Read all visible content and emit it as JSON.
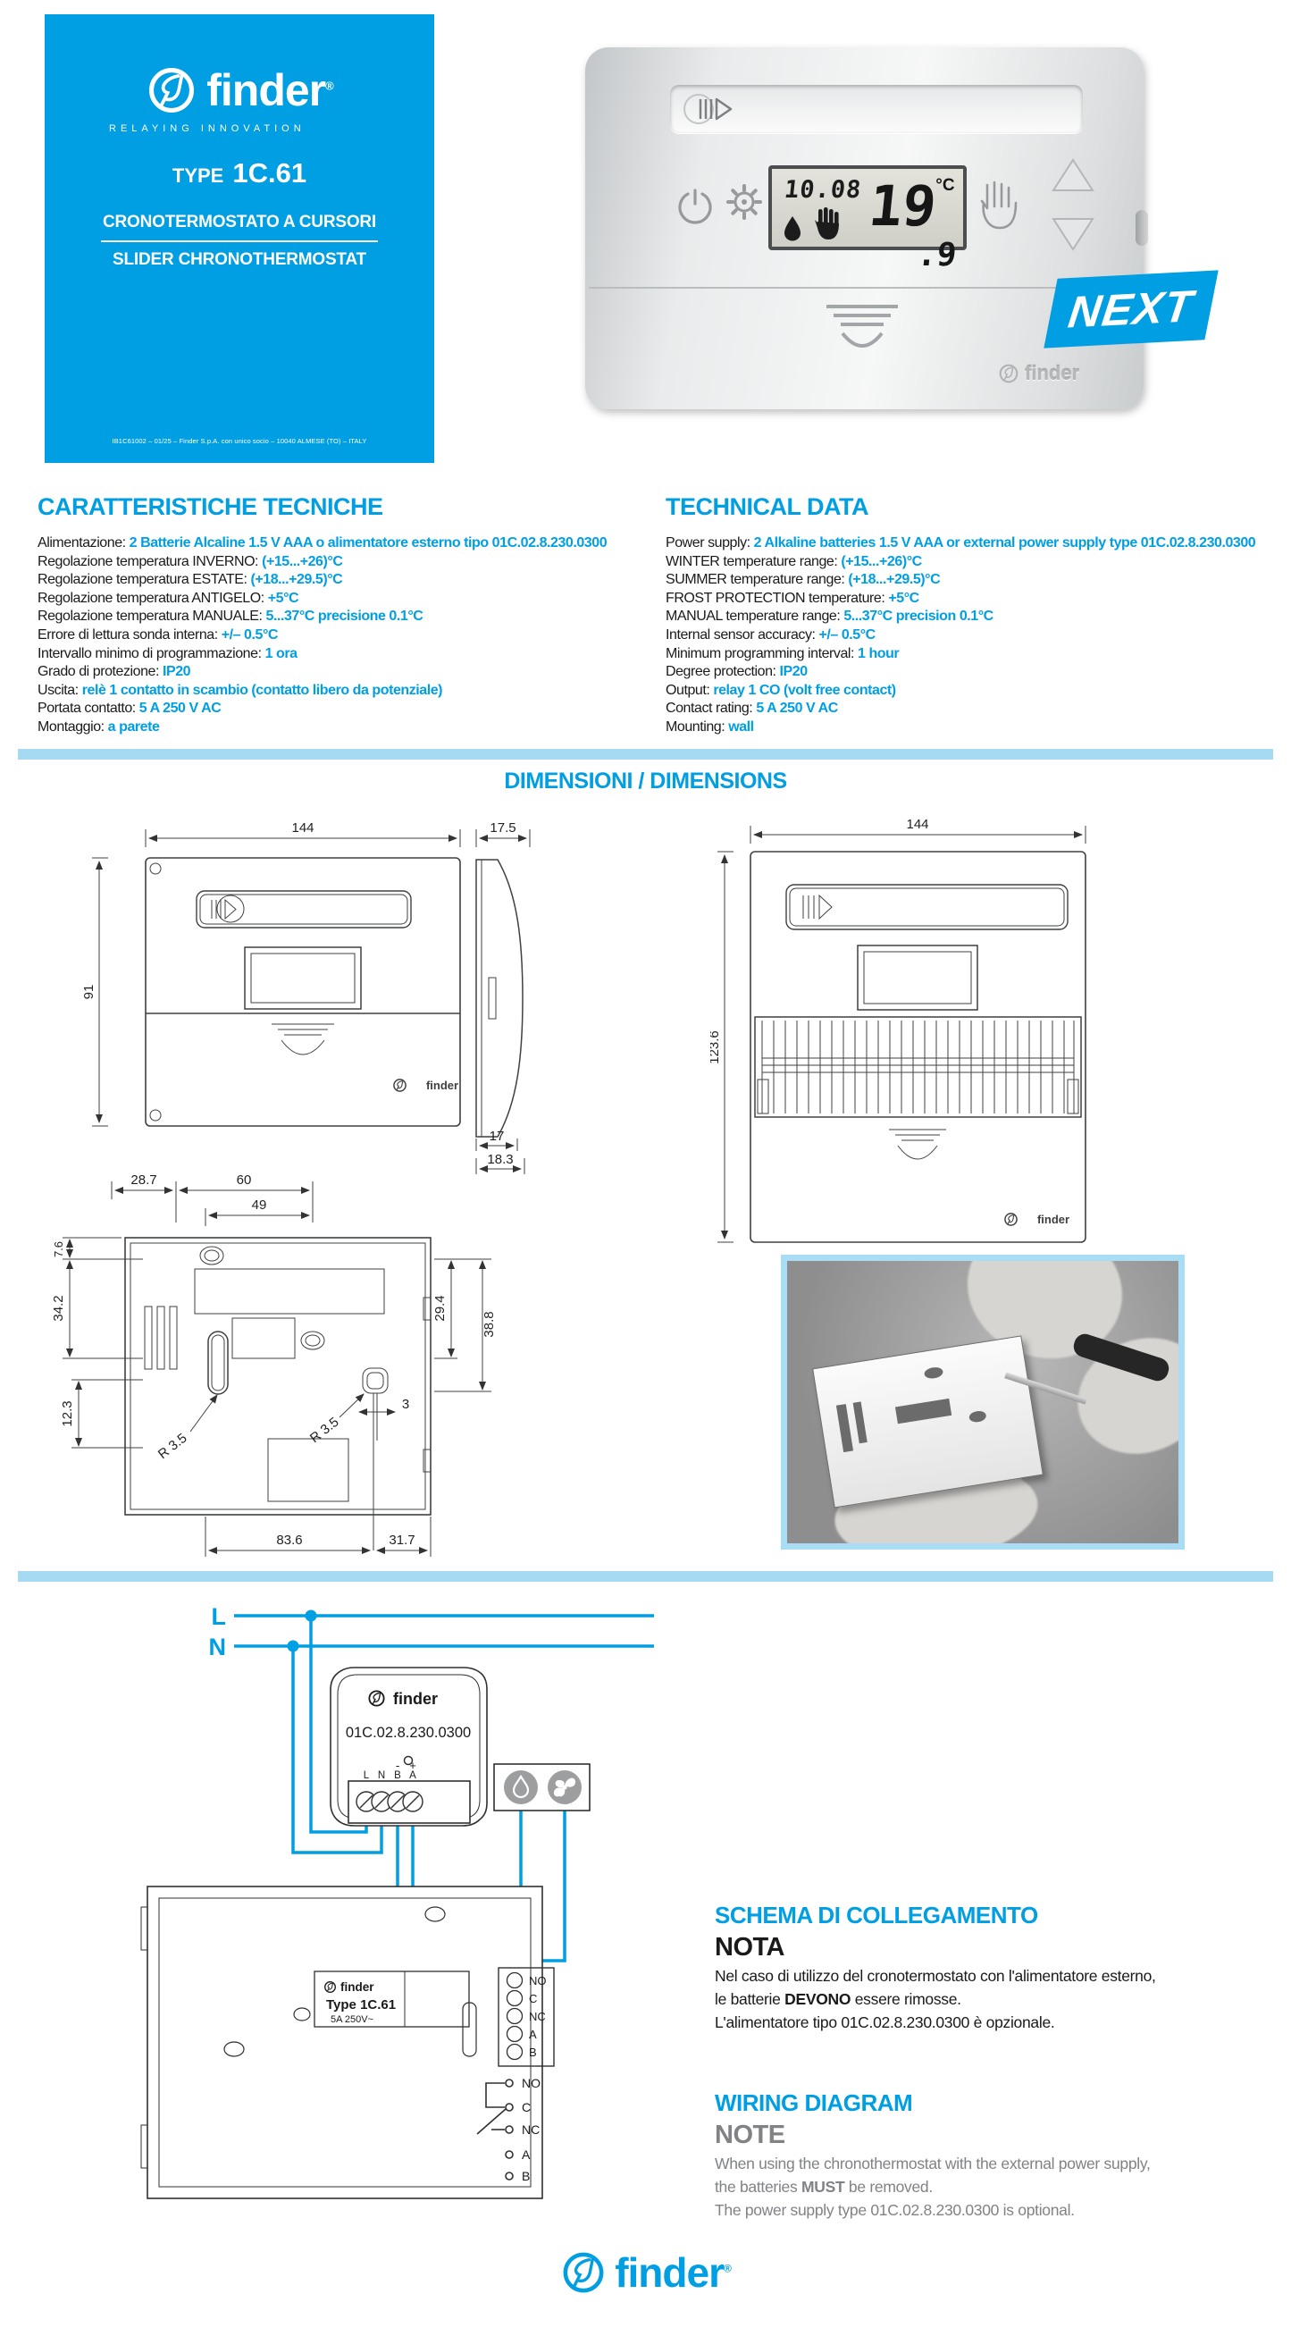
{
  "brand": {
    "logo_text": "finder",
    "reg": "®",
    "tagline": "RELAYING INNOVATION",
    "type_label": "TYPE",
    "type_value": "1C.61",
    "title_it": "CRONOTERMOSTATO A CURSORI",
    "title_en": "SLIDER CHRONOTHERMOSTAT",
    "imprint": "IB1C61002 – 01/25 – Finder S.p.A. con unico socio – 10040 ALMESE (TO) – ITALY"
  },
  "product": {
    "badge": "NEXT",
    "lcd_time": "10.08",
    "lcd_temp": "19",
    "lcd_temp_decimal": ".9",
    "lcd_unit": "°C",
    "embossed_logo": "finder"
  },
  "tech_it": {
    "heading": "CARATTERISTICHE TECNICHE",
    "rows": [
      {
        "label": "Alimentazione: ",
        "value": "2 Batterie Alcaline 1.5 V AAA o alimentatore esterno tipo 01C.02.8.230.0300"
      },
      {
        "label": "Regolazione temperatura INVERNO: ",
        "value": "(+15...+26)°C"
      },
      {
        "label": "Regolazione temperatura ESTATE: ",
        "value": "(+18...+29.5)°C"
      },
      {
        "label": "Regolazione temperatura ANTIGELO: ",
        "value": "+5°C"
      },
      {
        "label": "Regolazione temperatura MANUALE: ",
        "value": "5...37°C precisione 0.1°C"
      },
      {
        "label": "Errore di lettura sonda interna: ",
        "value": "+/– 0.5°C"
      },
      {
        "label": "Intervallo minimo di programmazione: ",
        "value": "1 ora"
      },
      {
        "label": "Grado di protezione: ",
        "value": "IP20"
      },
      {
        "label": "Uscita: ",
        "value": "relè 1 contatto in scambio (contatto libero da potenziale)"
      },
      {
        "label": "Portata contatto: ",
        "value": "5 A 250 V AC"
      },
      {
        "label": "Montaggio: ",
        "value": "a parete"
      }
    ]
  },
  "tech_en": {
    "heading": "TECHNICAL DATA",
    "rows": [
      {
        "label": "Power supply: ",
        "value": "2 Alkaline batteries 1.5 V AAA or external power supply type 01C.02.8.230.0300"
      },
      {
        "label": "WINTER temperature range: ",
        "value": "(+15...+26)°C"
      },
      {
        "label": "SUMMER temperature range: ",
        "value": "(+18...+29.5)°C"
      },
      {
        "label": "FROST PROTECTION temperature: ",
        "value": "+5°C"
      },
      {
        "label": "MANUAL temperature range: ",
        "value": "5...37°C precision 0.1°C"
      },
      {
        "label": "Internal sensor accuracy: ",
        "value": "+/– 0.5°C"
      },
      {
        "label": "Minimum programming interval: ",
        "value": "1 hour"
      },
      {
        "label": "Degree protection: ",
        "value": "IP20"
      },
      {
        "label": "Output: ",
        "value": "relay 1 CO (volt free contact)"
      },
      {
        "label": "Contact rating: ",
        "value": "5 A 250 V AC"
      },
      {
        "label": "Mounting: ",
        "value": "wall"
      }
    ]
  },
  "dimensions": {
    "heading": "DIMENSIONI / DIMENSIONS",
    "front": {
      "width": "144",
      "height": "91",
      "logo": "finder"
    },
    "side": {
      "depth": "17.5",
      "depth_body": "17",
      "depth_total": "18.3"
    },
    "open": {
      "width": "144",
      "height": "123.6",
      "logo": "finder"
    },
    "back": {
      "d1": "28.7",
      "d2": "60",
      "d3": "49",
      "d4": "7.6",
      "d5": "34.2",
      "d6": "12.3",
      "r1": "R 3.5",
      "r2": "R 3.5",
      "d7": "3",
      "d8": "29.4",
      "d9": "38.8",
      "d10": "83.6",
      "d11": "31.7"
    }
  },
  "wiring": {
    "line_l": "L",
    "line_n": "N",
    "module_logo": "finder",
    "module_code": "01C.02.8.230.0300",
    "module_minus": "-",
    "module_plus": "+",
    "mt0": "L",
    "mt1": "N",
    "mt2": "B",
    "mt3": "A",
    "relay_logo": "finder",
    "relay_type": "Type 1C.61",
    "relay_rating": "5A 250V~",
    "bt0": "NO",
    "bt1": "C",
    "bt2": "NC",
    "bt3": "A",
    "bt4": "B",
    "ct0": "NO",
    "ct1": "C",
    "ct2": "NC",
    "ct3": "A",
    "ct4": "B"
  },
  "schema": {
    "heading_it": "SCHEMA DI COLLEGAMENTO",
    "note_title_it": "NOTA",
    "note_it_1": "Nel caso di utilizzo del cronotermostato con l'alimentatore esterno,",
    "note_it_2_pre": "le batterie ",
    "note_it_2_bold": "DEVONO",
    "note_it_2_post": " essere rimosse.",
    "note_it_3": "L'alimentatore tipo 01C.02.8.230.0300 è opzionale.",
    "heading_en": "WIRING DIAGRAM",
    "note_title_en": "NOTE",
    "note_en_1": "When using the chronothermostat with the external power supply,",
    "note_en_2_pre": "the batteries ",
    "note_en_2_bold": "MUST",
    "note_en_2_post": " be removed.",
    "note_en_3": "The power supply type 01C.02.8.230.0300 is optional."
  },
  "footer": {
    "logo_text": "finder",
    "reg": "®"
  }
}
